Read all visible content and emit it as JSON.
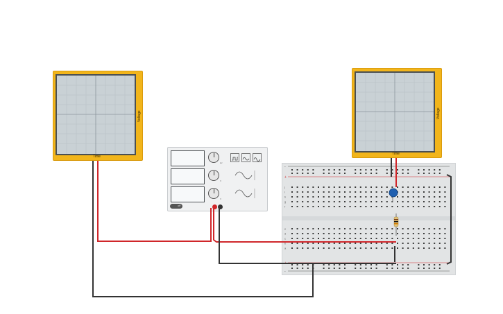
{
  "scope_left": {
    "time_label": "Time",
    "voltage_label": "Voltage"
  },
  "scope_right": {
    "time_label": "Time",
    "voltage_label": "Voltage"
  },
  "function_generator": {
    "power_switch_label": "off",
    "knob_labels": [
      "Hz",
      "V",
      "V"
    ],
    "wave_buttons": [
      "square-wave-icon",
      "triangle-wave-icon",
      "sine-wave-icon"
    ],
    "terminal_colors": {
      "positive": "#d0262a",
      "negative": "#333333"
    }
  },
  "breadboard": {
    "row_letters_top": [
      "j",
      "i",
      "h",
      "g",
      "f"
    ],
    "row_letters_bottom": [
      "e",
      "d",
      "c",
      "b",
      "a"
    ],
    "rail_plus": "+",
    "rail_minus": "-"
  },
  "colors": {
    "scope_body": "#f2b51b",
    "wire_red": "#d0262a",
    "wire_black": "#333333",
    "capacitor": "#1f5fb0"
  }
}
